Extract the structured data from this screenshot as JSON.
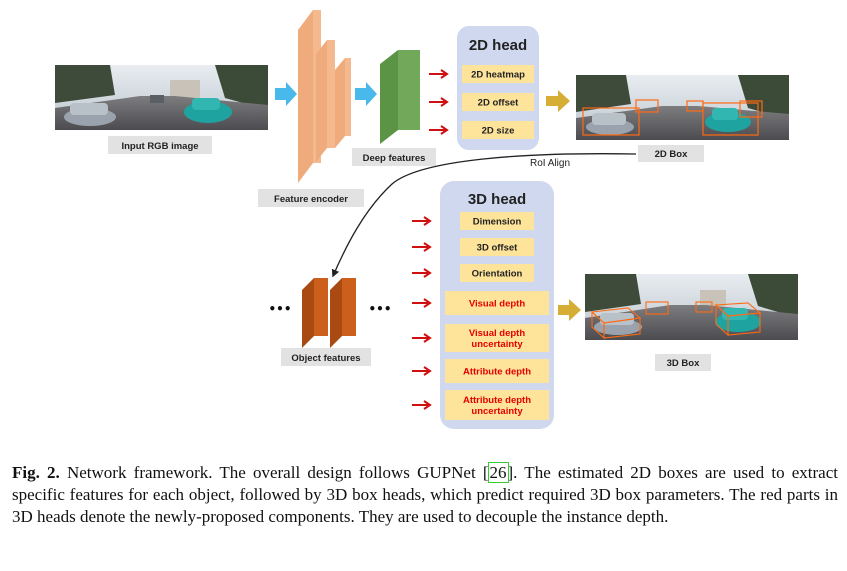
{
  "labels": {
    "input_image": "Input RGB image",
    "feature_encoder": "Feature encoder",
    "deep_features": "Deep features",
    "object_features": "Object features",
    "box_2d": "2D Box",
    "box_3d": "3D Box",
    "roi_align": "RoI Align"
  },
  "head2d": {
    "title": "2D head",
    "items": [
      "2D heatmap",
      "2D offset",
      "2D size"
    ]
  },
  "head3d": {
    "title": "3D head",
    "items": [
      {
        "text": "Dimension",
        "red": false
      },
      {
        "text": "3D offset",
        "red": false
      },
      {
        "text": "Orientation",
        "red": false
      },
      {
        "text": "Visual depth",
        "red": true
      },
      {
        "text": "Visual depth\nuncertainty",
        "red": true
      },
      {
        "text": "Attribute depth",
        "red": true
      },
      {
        "text": "Attribute depth\nuncertainty",
        "red": true
      }
    ]
  },
  "ellipsis": "•••",
  "colors": {
    "encoder": "#f4b98e",
    "deep_features": "#72a85a",
    "object_features": "#cc5f1c",
    "head_panel": "#cfd8ee",
    "head_item": "#fde49a",
    "red_text": "#e60000",
    "red_arrow": "#d01010",
    "blue_arrow": "#49b8ea",
    "gold_arrow": "#d6ae36",
    "label_bg": "#e2e2e2"
  },
  "caption": {
    "prefix": "Fig. 2.",
    "before_cite": " Network framework. The overall design follows GUPNet [",
    "cite": "26",
    "after_cite": "]. The estimated 2D boxes are used to extract specific features for each object, followed by 3D box heads, which predict required 3D box parameters. The red parts in 3D heads denote the newly-proposed components. They are used to decouple the instance depth."
  }
}
